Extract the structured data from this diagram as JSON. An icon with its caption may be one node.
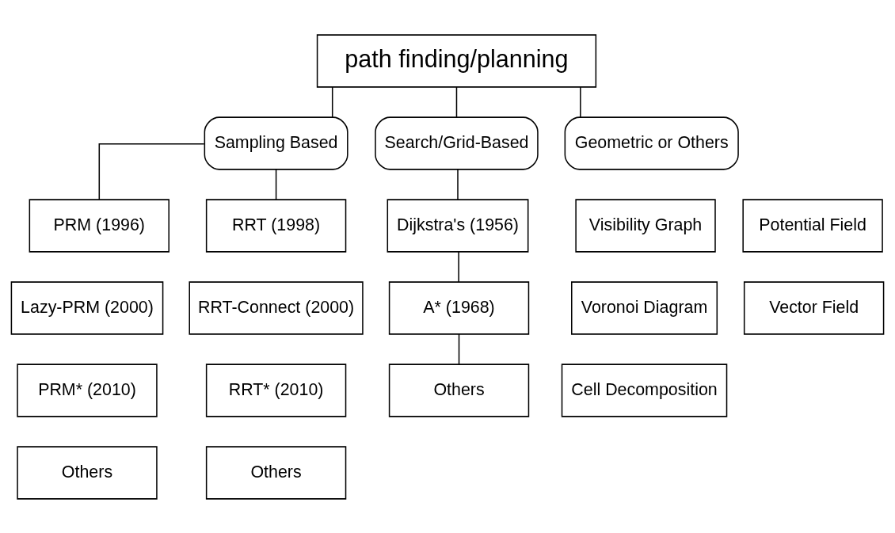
{
  "diagram": {
    "nodes": [
      {
        "text": [
          "path finding/planning"
        ]
      },
      {
        "text": [
          "Sampling Based"
        ]
      },
      {
        "text": [
          "Search/Grid-Based"
        ]
      },
      {
        "text": [
          "Geometric or Others"
        ]
      },
      {
        "text": [
          "PRM (1996)"
        ]
      },
      {
        "text": [
          "RRT (1998)"
        ]
      },
      {
        "text": [
          "Lazy-PRM (2000)"
        ]
      },
      {
        "text": [
          "RRT-Connect (2000)"
        ]
      },
      {
        "text": [
          "PRM* (2010)"
        ]
      },
      {
        "text": [
          "RRT* (2010)"
        ]
      },
      {
        "text": [
          "Others"
        ]
      },
      {
        "text": [
          "Others"
        ]
      },
      {
        "text": [
          "Dijkstra's (1956)"
        ]
      },
      {
        "text": [
          "A* (1968)"
        ]
      },
      {
        "text": [
          "Others"
        ]
      },
      {
        "text": [
          "Visibility Graph"
        ]
      },
      {
        "text": [
          "Potential Field"
        ]
      },
      {
        "text": [
          "Voronoi Diagram"
        ]
      },
      {
        "text": [
          "Vector Field"
        ]
      },
      {
        "text": [
          "Cell Decomposition"
        ]
      }
    ],
    "edges": [
      {
        "from": 0,
        "to": 1,
        "arrow": "none"
      },
      {
        "from": 0,
        "to": 2,
        "arrow": "none"
      },
      {
        "from": 0,
        "to": 3,
        "arrow": "none"
      },
      {
        "from": 1,
        "to": 4,
        "arrow": "none"
      },
      {
        "from": 1,
        "to": 5,
        "arrow": "none"
      },
      {
        "from": 2,
        "to": 12,
        "arrow": "none"
      },
      {
        "from": 12,
        "to": 13,
        "arrow": "none"
      },
      {
        "from": 13,
        "to": 14,
        "arrow": "none"
      }
    ]
  }
}
